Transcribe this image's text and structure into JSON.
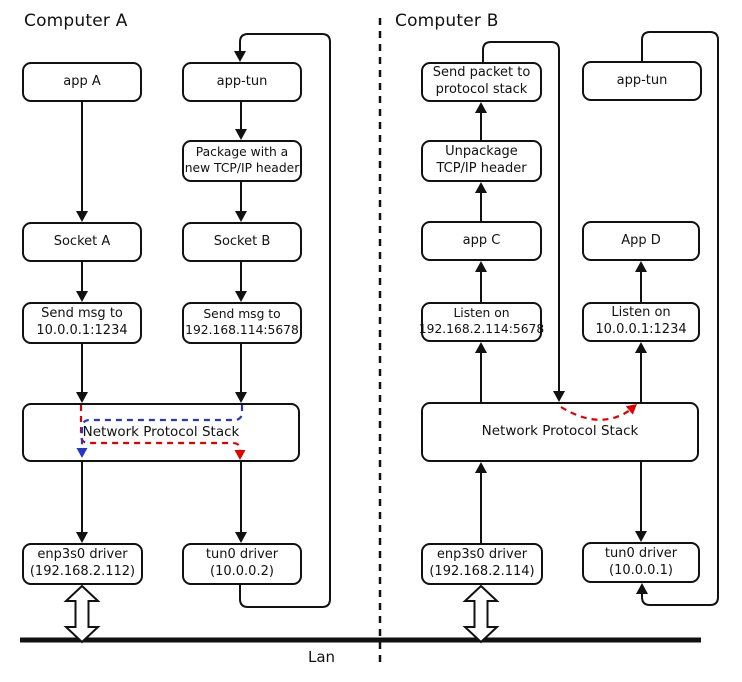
{
  "diagram": {
    "title_left": "Computer A",
    "title_right": "Computer B",
    "lan_label": "Lan",
    "colors": {
      "line": "#111111",
      "red_path": "#e00000",
      "blue_path": "#2438c3"
    }
  },
  "computer_a": {
    "app_a": "app A",
    "app_tun": "app-tun",
    "package": "Package with a\nnew TCP/IP header",
    "socket_a": "Socket A",
    "socket_b": "Socket B",
    "send_msg_a": "Send msg to\n10.0.0.1:1234",
    "send_msg_b": "Send msg to\n192.168.114:5678",
    "nps": "Network Protocol Stack",
    "enp3s0": "enp3s0 driver\n(192.168.2.112)",
    "tun0": "tun0 driver\n(10.0.0.2)"
  },
  "computer_b": {
    "send_packet": "Send packet to\nprotocol stack",
    "app_tun": "app-tun",
    "unpackage": "Unpackage\nTCP/IP header",
    "app_c": "app C",
    "app_d": "App D",
    "listen_1": "Listen on\n192.168.2.114:5678",
    "listen_2": "Listen on\n10.0.0.1:1234",
    "nps": "Network Protocol Stack",
    "enp3s0": "enp3s0 driver\n(192.168.2.114)",
    "tun0": "tun0 driver\n(10.0.0.1)"
  }
}
